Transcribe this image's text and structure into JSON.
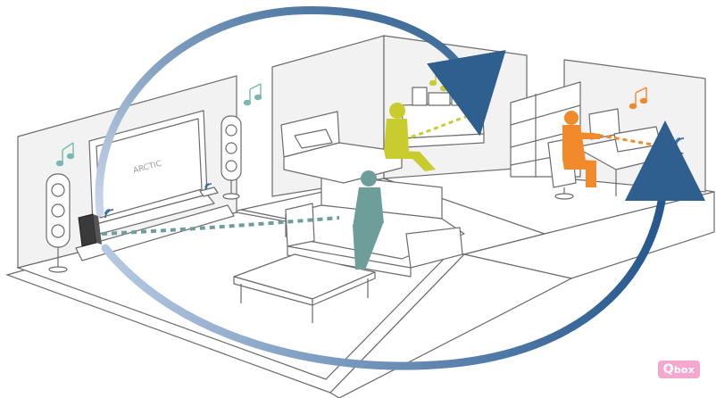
{
  "logo": {
    "text": "box",
    "letter": "Q",
    "color": "#f4a7cf"
  },
  "tv_brand": "ARCTIC",
  "colors": {
    "arrow_dark": "#2f5f8f",
    "arrow_light": "#9bb6d6",
    "green_person": "#c9cc2e",
    "teal_person": "#6e9e9a",
    "orange_person": "#f08a2a",
    "signal_blue": "#3d6fa8"
  }
}
